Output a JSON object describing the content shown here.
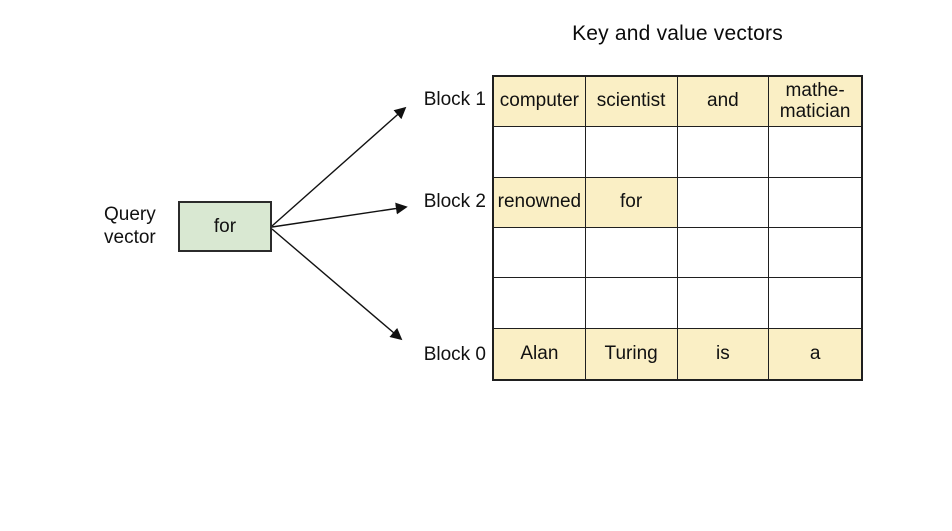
{
  "title": "Key and value vectors",
  "query": {
    "label": "Query\nvector",
    "box_text": "for"
  },
  "blocks": [
    {
      "label": "Block 1"
    },
    {
      "label": "Block 2"
    },
    {
      "label": "Block 0"
    }
  ],
  "table": {
    "rows": [
      {
        "cells": [
          {
            "text": "computer",
            "highlighted": true
          },
          {
            "text": "scientist",
            "highlighted": true
          },
          {
            "text": "and",
            "highlighted": true
          },
          {
            "text": "mathe-\nmatician",
            "highlighted": true
          }
        ]
      },
      {
        "cells": [
          {
            "text": "",
            "highlighted": false
          },
          {
            "text": "",
            "highlighted": false
          },
          {
            "text": "",
            "highlighted": false
          },
          {
            "text": "",
            "highlighted": false
          }
        ]
      },
      {
        "cells": [
          {
            "text": "renowned",
            "highlighted": true
          },
          {
            "text": "for",
            "highlighted": true
          },
          {
            "text": "",
            "highlighted": false
          },
          {
            "text": "",
            "highlighted": false
          }
        ]
      },
      {
        "cells": [
          {
            "text": "",
            "highlighted": false
          },
          {
            "text": "",
            "highlighted": false
          },
          {
            "text": "",
            "highlighted": false
          },
          {
            "text": "",
            "highlighted": false
          }
        ]
      },
      {
        "cells": [
          {
            "text": "",
            "highlighted": false
          },
          {
            "text": "",
            "highlighted": false
          },
          {
            "text": "",
            "highlighted": false
          },
          {
            "text": "",
            "highlighted": false
          }
        ]
      },
      {
        "cells": [
          {
            "text": "Alan",
            "highlighted": true
          },
          {
            "text": "Turing",
            "highlighted": true
          },
          {
            "text": "is",
            "highlighted": true
          },
          {
            "text": "a",
            "highlighted": true
          }
        ]
      }
    ]
  },
  "colors": {
    "highlight": "#faefc5",
    "query_box": "#d9e8d2",
    "border": "#1f1f1f",
    "arrow": "#111111"
  }
}
